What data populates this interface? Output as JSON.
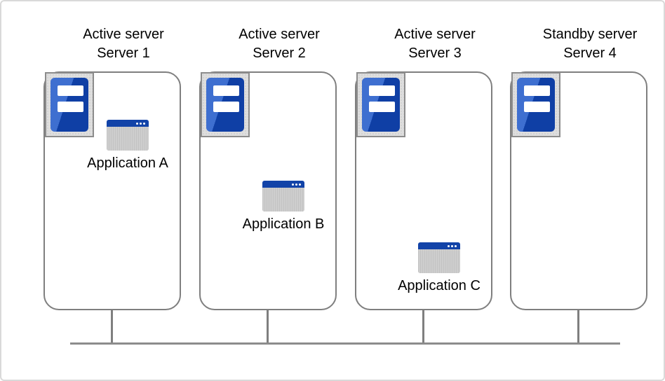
{
  "servers": [
    {
      "role": "Active server",
      "name": "Server 1",
      "application": "Application A"
    },
    {
      "role": "Active server",
      "name": "Server 2",
      "application": "Application B"
    },
    {
      "role": "Active server",
      "name": "Server 3",
      "application": "Application C"
    },
    {
      "role": "Standby server",
      "name": "Server 4"
    }
  ],
  "icons": {
    "server": "server-tower-icon",
    "application": "app-window-icon"
  },
  "colors": {
    "server_blue_dark": "#0f3fa5",
    "server_blue_light": "#3e6fd0",
    "app_titlebar_blue": "#1243a8",
    "app_body_gray": "#c9c9c9",
    "icon_frame_gray": "#dedede",
    "box_border_gray": "#7f7f7f",
    "bus_line_gray": "#8c8c8c",
    "text": "#000000"
  }
}
